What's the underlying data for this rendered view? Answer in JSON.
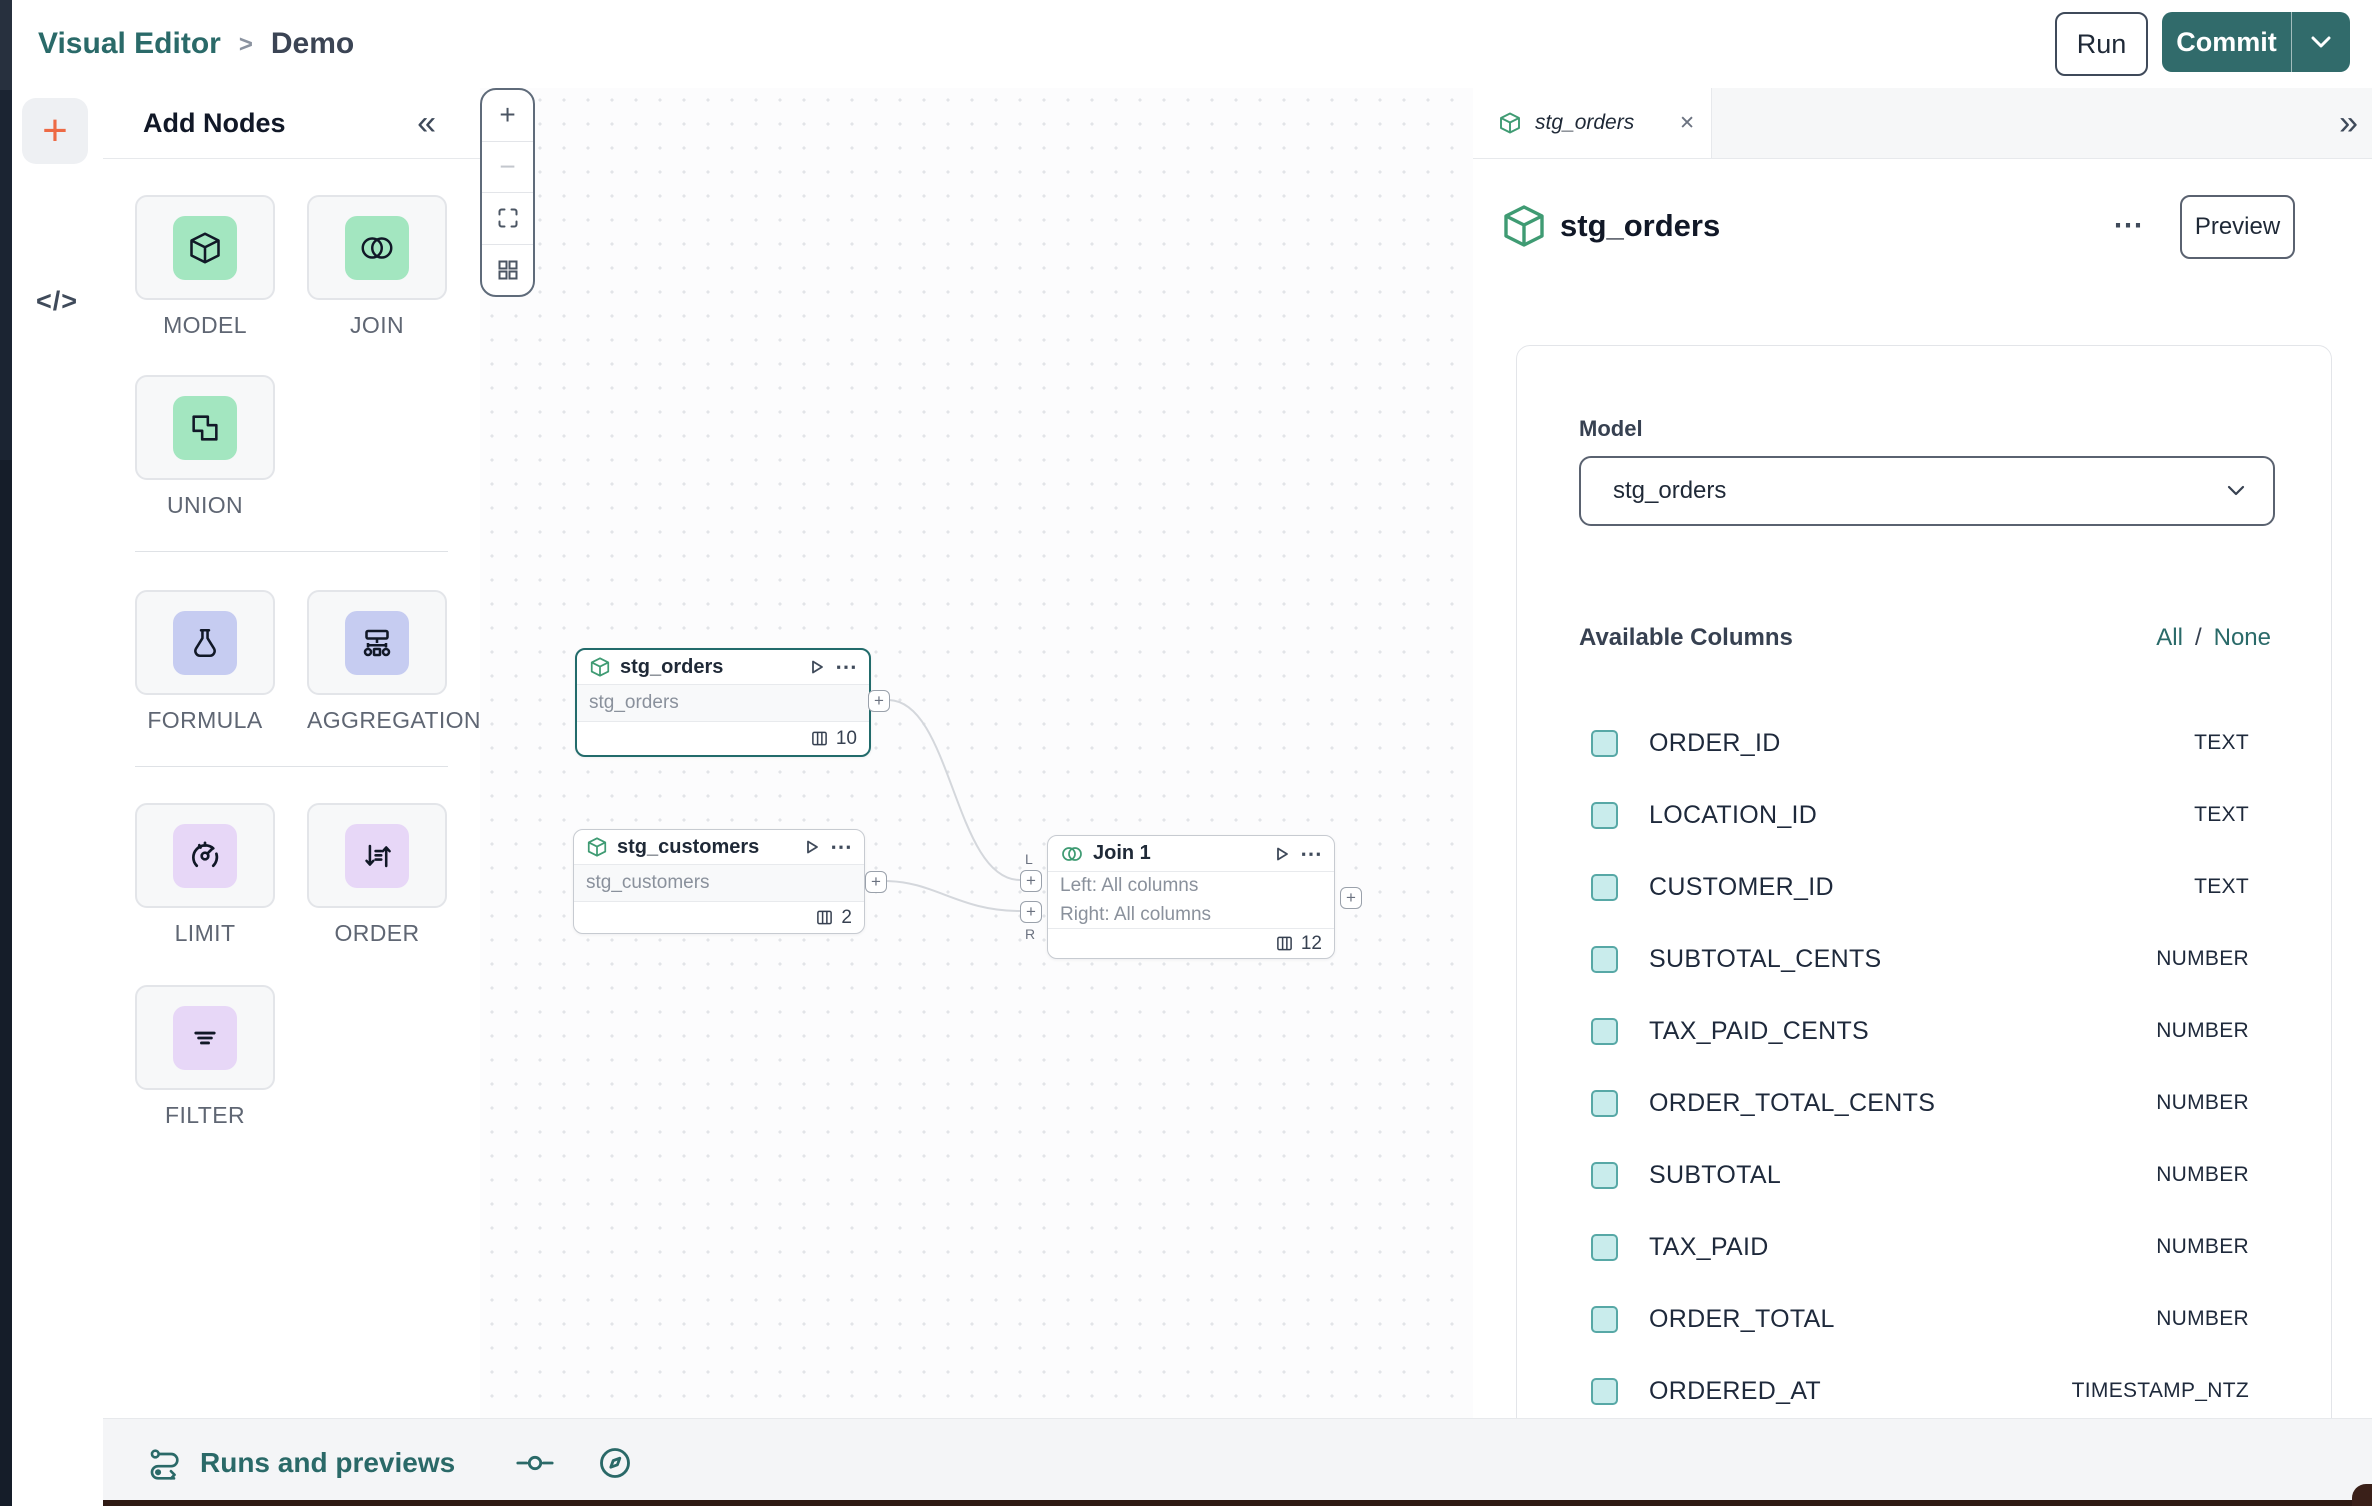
{
  "header": {
    "breadcrumb": {
      "root": "Visual Editor",
      "separator": ">",
      "current": "Demo"
    },
    "run_button": "Run",
    "commit_button": "Commit"
  },
  "left_toolbar": {
    "add_button": "+",
    "code_button": "</>"
  },
  "add_nodes": {
    "title": "Add Nodes",
    "collapse": "«",
    "tiles": [
      {
        "label": "MODEL",
        "icon": "cube-icon"
      },
      {
        "label": "JOIN",
        "icon": "join-circles-icon"
      },
      {
        "label": "UNION",
        "icon": "union-icon"
      },
      {
        "label": "FORMULA",
        "icon": "flask-icon"
      },
      {
        "label": "AGGREGATION",
        "icon": "aggregation-icon"
      },
      {
        "label": "LIMIT",
        "icon": "gauge-icon"
      },
      {
        "label": "ORDER",
        "icon": "sort-arrows-icon"
      },
      {
        "label": "FILTER",
        "icon": "filter-lines-icon"
      }
    ]
  },
  "canvas": {
    "node_menu": "⋯",
    "handle_plus": "+",
    "nodes": {
      "stg_orders": {
        "title": "stg_orders",
        "model": "stg_orders",
        "columns": "10"
      },
      "stg_customers": {
        "title": "stg_customers",
        "model": "stg_customers",
        "columns": "2"
      },
      "join1": {
        "title": "Join 1",
        "left": "Left: All columns",
        "right": "Right: All columns",
        "columns": "12",
        "left_handle": "L",
        "right_handle": "R"
      }
    },
    "zoom_in": "+",
    "zoom_out": "−"
  },
  "right_panel": {
    "tab": {
      "title": "stg_orders",
      "close": "✕"
    },
    "expand": "»",
    "title": "stg_orders",
    "menu": "⋯",
    "preview_button": "Preview",
    "model_label": "Model",
    "model_value": "stg_orders",
    "columns_title": "Available Columns",
    "select_all": "All",
    "select_separator": "/",
    "select_none": "None",
    "columns": [
      {
        "name": "ORDER_ID",
        "type": "TEXT"
      },
      {
        "name": "LOCATION_ID",
        "type": "TEXT"
      },
      {
        "name": "CUSTOMER_ID",
        "type": "TEXT"
      },
      {
        "name": "SUBTOTAL_CENTS",
        "type": "NUMBER"
      },
      {
        "name": "TAX_PAID_CENTS",
        "type": "NUMBER"
      },
      {
        "name": "ORDER_TOTAL_CENTS",
        "type": "NUMBER"
      },
      {
        "name": "SUBTOTAL",
        "type": "NUMBER"
      },
      {
        "name": "TAX_PAID",
        "type": "NUMBER"
      },
      {
        "name": "ORDER_TOTAL",
        "type": "NUMBER"
      },
      {
        "name": "ORDERED_AT",
        "type": "TIMESTAMP_NTZ"
      }
    ]
  },
  "bottom_bar": {
    "runs_label": "Runs and previews"
  },
  "colors": {
    "brand_teal": "#316b6b",
    "link_teal": "#2a6a69",
    "green_icon": "#3f9b73",
    "tile_green": "#a3e6c0",
    "tile_indigo": "#c6ccf1",
    "tile_purple": "#e7d7f7",
    "checkbox_fill": "#c9ecec",
    "checkbox_border": "#57a8a6",
    "accent_orange": "#ed6a45",
    "selected_node_border": "#226b6b"
  }
}
